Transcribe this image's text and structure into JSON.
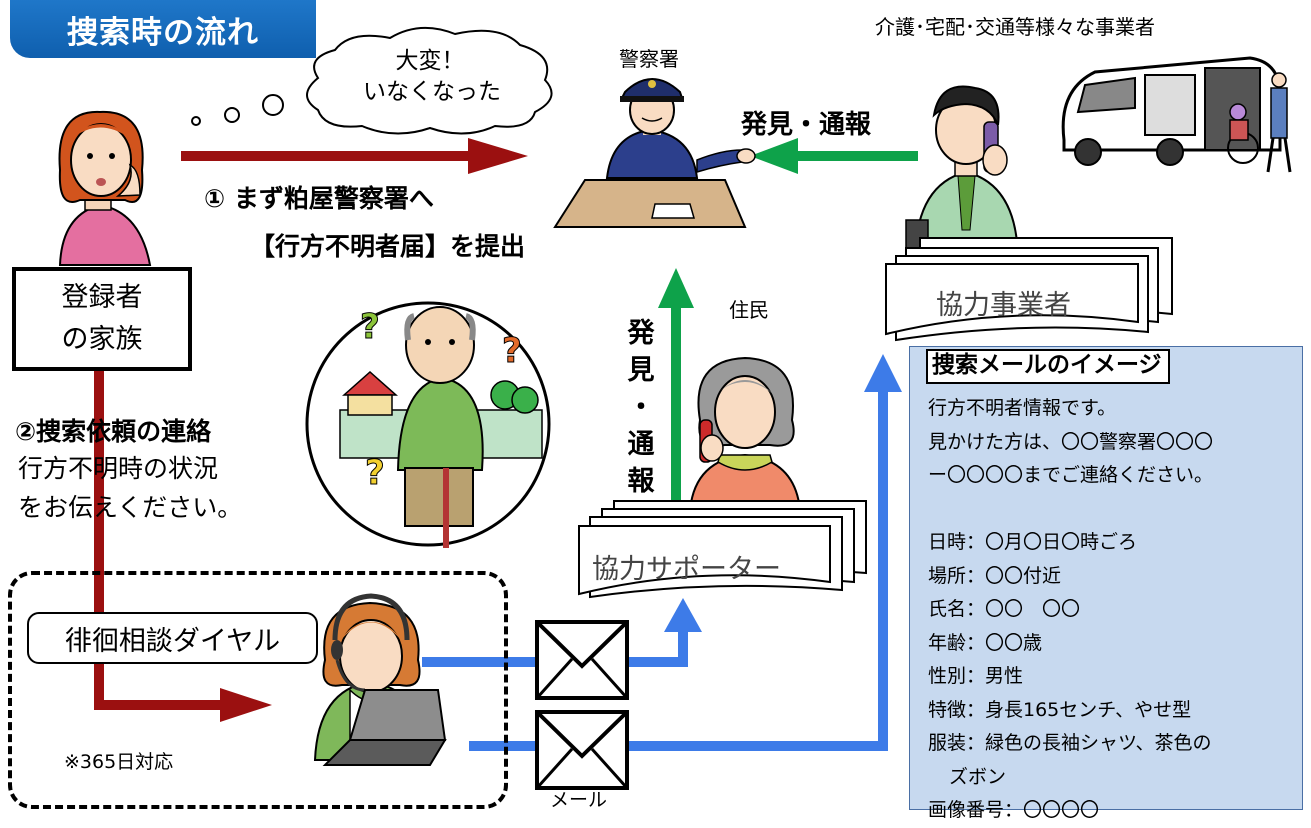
{
  "title": "捜索時の流れ",
  "thought_bubble": {
    "line1": "大変！",
    "line2": "いなくなった"
  },
  "police": {
    "label": "警察署"
  },
  "businesses": {
    "header": "介護･宅配･交通等様々な事業者",
    "doc_label": "協力事業者"
  },
  "flows": {
    "report_from_business": "発見・通報",
    "step1_line1": "① まず粕屋警察署へ",
    "step1_line2": "【行方不明者届】を提出",
    "report_from_resident_chars": [
      "発",
      "見",
      "・",
      "通",
      "報"
    ]
  },
  "family": {
    "line1": "登録者",
    "line2": "の家族"
  },
  "step2": {
    "title": "②捜索依頼の連絡",
    "desc1": "行方不明時の状況",
    "desc2": "をお伝えください。"
  },
  "resident": {
    "label": "住民",
    "doc_label": "協力サポーター"
  },
  "hotline": {
    "label": "徘徊相談ダイヤル",
    "note": "※365日対応"
  },
  "mail": {
    "label": "メール"
  },
  "search_mail": {
    "title": "捜索メールのイメージ",
    "lines": [
      "行方不明者情報です。",
      "見かけた方は、〇〇警察署〇〇〇",
      "ー〇〇〇〇までご連絡ください。",
      "",
      "日時：〇月〇日〇時ごろ",
      "場所：〇〇付近",
      "氏名：〇〇　〇〇",
      "年齢：〇〇歳",
      "性別：男性",
      "特徴：身長165センチ、やせ型",
      "服装：緑色の長袖シャツ、茶色の",
      "ズボン",
      "画像番号：〇〇〇〇"
    ]
  },
  "colors": {
    "title_bg": "#1566b8",
    "arrow_red": "#9b1010",
    "arrow_green": "#0ea24a",
    "arrow_blue": "#3d7be8",
    "mail_panel_bg": "#c7d9ef"
  },
  "icons": [
    "police-officer-illustration",
    "businessman-phone-illustration",
    "van-wheelchair-illustration",
    "worried-woman-illustration",
    "lost-elderly-man-illustration",
    "resident-woman-phone-illustration",
    "operator-headset-illustration",
    "envelope-icon"
  ]
}
